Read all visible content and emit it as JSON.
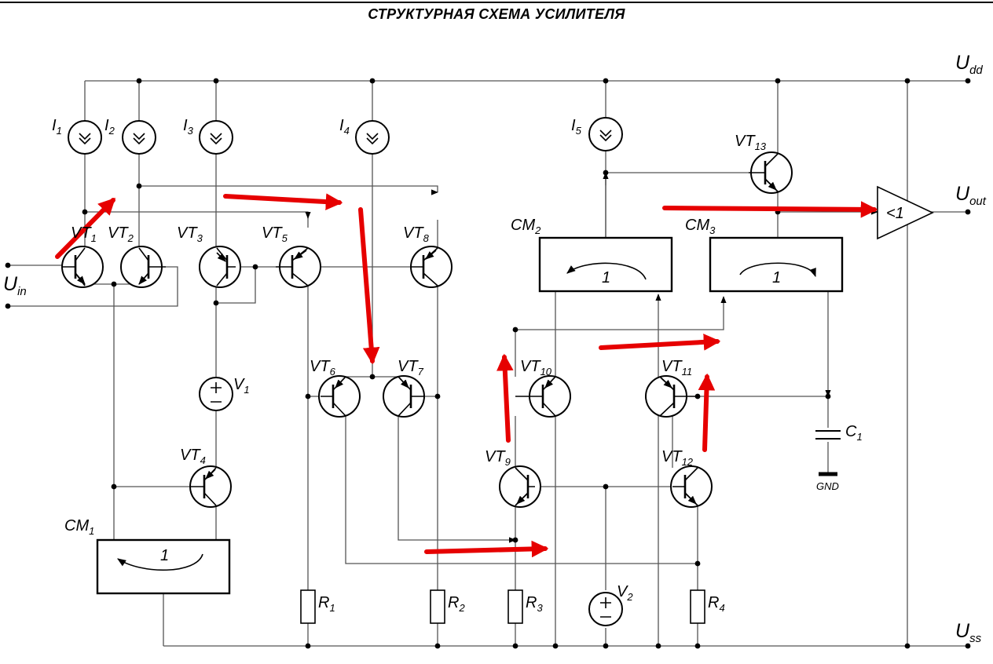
{
  "title": "СТРУКТУРНАЯ СХЕМА УСИЛИТЕЛЯ",
  "rails": {
    "top": {
      "main": "U",
      "sub": "dd"
    },
    "bottom": {
      "main": "U",
      "sub": "ss"
    },
    "input": {
      "main": "U",
      "sub": "in"
    },
    "output": {
      "main": "U",
      "sub": "out"
    }
  },
  "current_sources": [
    {
      "main": "I",
      "sub": "1"
    },
    {
      "main": "I",
      "sub": "2"
    },
    {
      "main": "I",
      "sub": "3"
    },
    {
      "main": "I",
      "sub": "4"
    },
    {
      "main": "I",
      "sub": "5"
    }
  ],
  "transistors": [
    {
      "main": "VT",
      "sub": "1"
    },
    {
      "main": "VT",
      "sub": "2"
    },
    {
      "main": "VT",
      "sub": "3"
    },
    {
      "main": "VT",
      "sub": "4"
    },
    {
      "main": "VT",
      "sub": "5"
    },
    {
      "main": "VT",
      "sub": "6"
    },
    {
      "main": "VT",
      "sub": "7"
    },
    {
      "main": "VT",
      "sub": "8"
    },
    {
      "main": "VT",
      "sub": "9"
    },
    {
      "main": "VT",
      "sub": "10"
    },
    {
      "main": "VT",
      "sub": "11"
    },
    {
      "main": "VT",
      "sub": "12"
    },
    {
      "main": "VT",
      "sub": "13"
    }
  ],
  "current_mirrors": [
    {
      "main": "CM",
      "sub": "1",
      "gain": "1"
    },
    {
      "main": "CM",
      "sub": "2",
      "gain": "1"
    },
    {
      "main": "CM",
      "sub": "3",
      "gain": "1"
    }
  ],
  "voltage_sources": [
    {
      "main": "V",
      "sub": "1"
    },
    {
      "main": "V",
      "sub": "2"
    }
  ],
  "resistors": [
    {
      "main": "R",
      "sub": "1"
    },
    {
      "main": "R",
      "sub": "2"
    },
    {
      "main": "R",
      "sub": "3"
    },
    {
      "main": "R",
      "sub": "4"
    }
  ],
  "capacitor": {
    "main": "C",
    "sub": "1"
  },
  "ground_label": "GND",
  "buffer_label": "<1",
  "colors": {
    "signal_arrows": "#e60000",
    "wires": "#555555",
    "components": "#000000"
  }
}
